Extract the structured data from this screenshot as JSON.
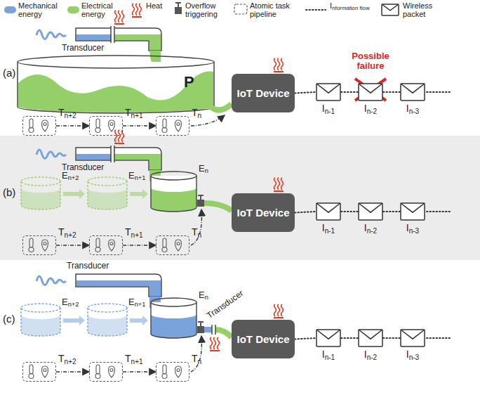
{
  "diagram": {
    "nodes": [
      {
        "text": [
          "IoT Device"
        ]
      },
      {
        "text": [
          "In-1"
        ]
      },
      {
        "text": [
          "In-2"
        ]
      },
      {
        "text": [
          "In-3"
        ]
      },
      {
        "text": [
          "Tn+2"
        ]
      },
      {
        "text": [
          "Tn+1"
        ]
      },
      {
        "text": [
          "Tn"
        ]
      },
      {
        "text": [
          "IoT Device"
        ]
      },
      {
        "text": [
          "In-1"
        ]
      },
      {
        "text": [
          "In-2"
        ]
      },
      {
        "text": [
          "In-3"
        ]
      },
      {
        "text": [
          "Tn+2"
        ]
      },
      {
        "text": [
          "Tn+1"
        ]
      },
      {
        "text": [
          "Tn"
        ]
      },
      {
        "text": [
          "IoT Device"
        ]
      },
      {
        "text": [
          "In-1"
        ]
      },
      {
        "text": [
          "In-2"
        ]
      },
      {
        "text": [
          "In-3"
        ]
      },
      {
        "text": [
          "Tn+2"
        ]
      },
      {
        "text": [
          "Tn+1"
        ]
      },
      {
        "text": [
          "Tn"
        ]
      }
    ],
    "edges": [
      {
        "from": 0,
        "to": 1,
        "arrow": "none"
      },
      {
        "from": 1,
        "to": 2,
        "arrow": "none"
      },
      {
        "from": 2,
        "to": 3,
        "arrow": "none"
      },
      {
        "from": 4,
        "to": 5,
        "arrow": "to"
      },
      {
        "from": 5,
        "to": 6,
        "arrow": "to"
      },
      {
        "from": 7,
        "to": 8,
        "arrow": "none"
      },
      {
        "from": 8,
        "to": 9,
        "arrow": "none"
      },
      {
        "from": 9,
        "to": 10,
        "arrow": "none"
      },
      {
        "from": 11,
        "to": 12,
        "arrow": "to"
      },
      {
        "from": 12,
        "to": 13,
        "arrow": "to"
      },
      {
        "from": 14,
        "to": 15,
        "arrow": "none"
      },
      {
        "from": 15,
        "to": 16,
        "arrow": "none"
      },
      {
        "from": 16,
        "to": 17,
        "arrow": "none"
      },
      {
        "from": 18,
        "to": 19,
        "arrow": "to"
      },
      {
        "from": 19,
        "to": 20,
        "arrow": "to"
      }
    ],
    "labels": [
      "(a)",
      "Transducer",
      "P",
      "Possible failure",
      "(b)",
      "Transducer",
      "En+2",
      "En+1",
      "En",
      "(c)",
      "Transducer",
      "En+2",
      "En+1",
      "En",
      "Transducer"
    ],
    "legend": [
      {
        "text": "Mechanical energy",
        "color": "#7aa3dc"
      },
      {
        "text": "Electrical energy",
        "color": "#95cf6a"
      },
      {
        "text": "Heat"
      },
      {
        "text": "Overflow triggering"
      },
      {
        "text": "Atomic task pipeline"
      },
      {
        "text": "Information flow"
      },
      {
        "text": "Wireless packet"
      }
    ]
  }
}
